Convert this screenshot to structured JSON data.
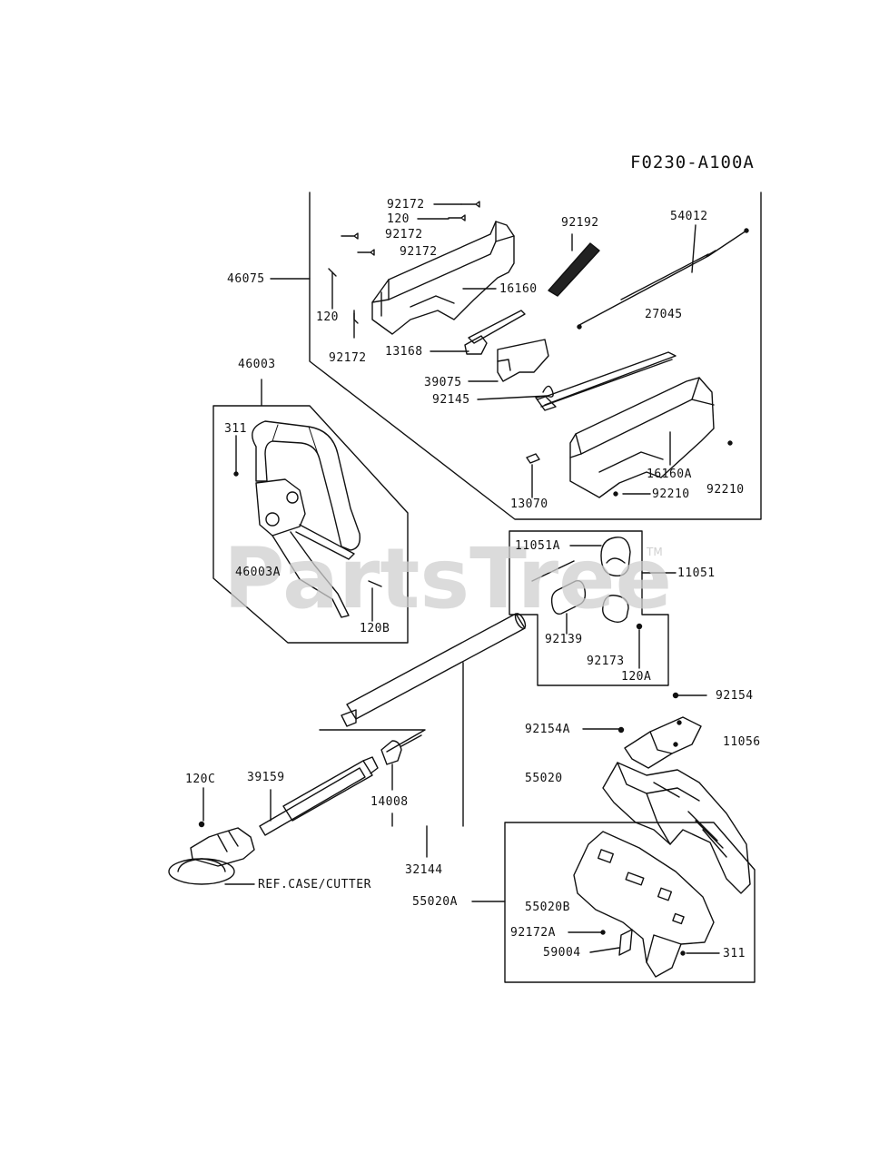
{
  "diagram_code": "F0230-A100A",
  "watermark": {
    "text": "PartsTree",
    "mark": "TM"
  },
  "parts": {
    "p_92172_top": "92172",
    "p_120_top": "120",
    "p_92172_b": "92172",
    "p_92172_c": "92172",
    "p_46075": "46075",
    "p_120_left": "120",
    "p_92172_left": "92172",
    "p_16160": "16160",
    "p_13168": "13168",
    "p_39075": "39075",
    "p_92145": "92145",
    "p_92192": "92192",
    "p_54012": "54012",
    "p_27045": "27045",
    "p_16160A": "16160A",
    "p_92210_a": "92210",
    "p_92210_b": "92210",
    "p_13070": "13070",
    "p_46003": "46003",
    "p_311_handle": "311",
    "p_46003A": "46003A",
    "p_120B": "120B",
    "p_11051A": "11051A",
    "p_11051": "11051",
    "p_92139": "92139",
    "p_92173": "92173",
    "p_120A": "120A",
    "p_92154": "92154",
    "p_92154A": "92154A",
    "p_11056": "11056",
    "p_55020": "55020",
    "p_120C": "120C",
    "p_39159": "39159",
    "p_14008": "14008",
    "p_32144": "32144",
    "p_ref_case": "REF.CASE/CUTTER",
    "p_55020A": "55020A",
    "p_55020B": "55020B",
    "p_92172A": "92172A",
    "p_59004": "59004",
    "p_311_guard": "311"
  },
  "colors": {
    "ink": "#111111",
    "watermark": "#d0d0d0",
    "paper": "#ffffff"
  }
}
